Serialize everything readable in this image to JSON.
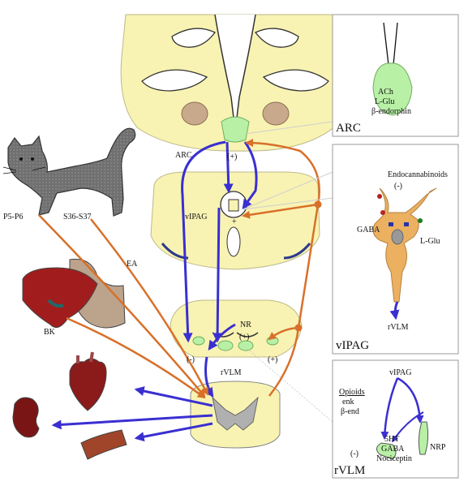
{
  "labels": {
    "arc": "ARC",
    "plus_arc": "(+)",
    "vipag": "vIPAG",
    "plus_vipag": "+",
    "nr": "NR",
    "plus_nr": "(+)",
    "minus_left": "(-)",
    "plus_right": "(+)",
    "rvlm": "rVLM",
    "p5p6": "P5-P6",
    "s36s37": "S36-S37",
    "ea": "EA",
    "bk": "BK"
  },
  "arc_panel": {
    "title": "ARC",
    "neuron_lines": [
      "ACh",
      "L-Glu",
      "β-endorphin"
    ]
  },
  "vipag_panel": {
    "title": "vIPAG",
    "endocannabinoids": "Endocannabinoids",
    "minus": "(-)",
    "gaba": "GABA",
    "lglu": "L-Glu",
    "output": "rVLM"
  },
  "rvlm_panel": {
    "title": "rVLM",
    "vipag": "vIPAG",
    "opioids": "Opioids",
    "enk": "enk",
    "bend": "β-end",
    "fiveht": "5HT",
    "gaba": "GABA",
    "nociceptin": "Nociceptin",
    "minus": "(-)",
    "nrp": "NRP"
  },
  "colors": {
    "brain_fill": "#f8f3b2",
    "nucleus_green": "#b8f0a6",
    "neuron_orange": "#ecb061",
    "pathway_blue": "#3a2fd1",
    "pathway_orange": "#d8702a",
    "cat_gray": "#6f6f6f",
    "liver_red": "#a11d1d"
  }
}
